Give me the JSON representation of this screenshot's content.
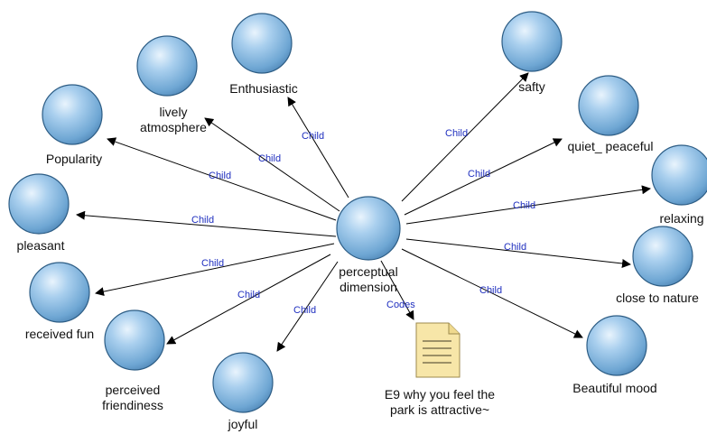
{
  "center": {
    "label": "perceptual dimension"
  },
  "edge_label": "Child",
  "codes_label": "Codes",
  "nodes": [
    {
      "id": "safty",
      "label": "safty"
    },
    {
      "id": "quiet",
      "label": "quiet_ peaceful"
    },
    {
      "id": "relaxing",
      "label": "relaxing"
    },
    {
      "id": "nature",
      "label": "close to nature"
    },
    {
      "id": "beautiful",
      "label": "Beautiful mood"
    },
    {
      "id": "joyful",
      "label": "joyful"
    },
    {
      "id": "friendliness",
      "label": "perceived friendiness"
    },
    {
      "id": "fun",
      "label": "received fun"
    },
    {
      "id": "pleasant",
      "label": "pleasant"
    },
    {
      "id": "popularity",
      "label": "Popularity"
    },
    {
      "id": "lively",
      "label": "lively atmosphere"
    },
    {
      "id": "enthusiastic",
      "label": "Enthusiastic"
    }
  ],
  "document": {
    "label": "E9 why you feel the park is attractive~"
  },
  "colors": {
    "node_fill": "#7fb3dc",
    "node_stroke": "#2d5d85",
    "edge_label": "#1f2fbf",
    "doc_fill": "#f7e6a8"
  }
}
